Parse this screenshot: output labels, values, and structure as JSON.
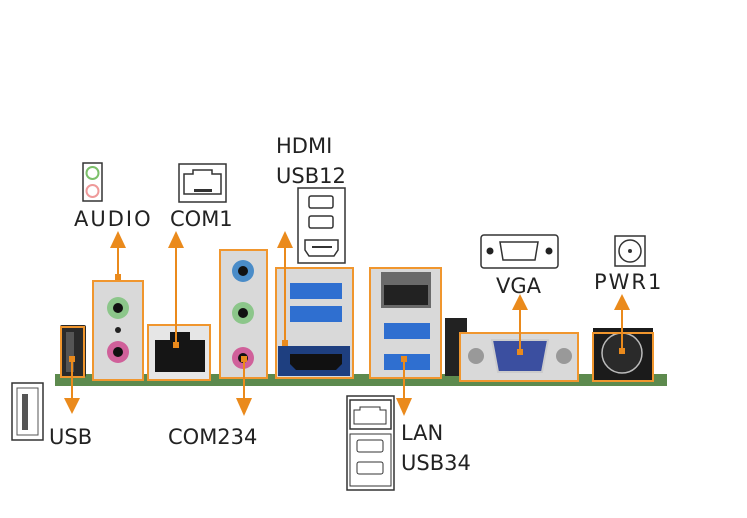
{
  "colors": {
    "accent": "#ea8a1c",
    "board": "#5d8a4e",
    "jack_green": "#8cc68a",
    "jack_pink": "#d0609a",
    "jack_blue": "#4a8cc8",
    "usb3_blue": "#2f6fd0",
    "vga_blue": "#3b4fa0"
  },
  "labels": {
    "audio": "AUDIO",
    "com1": "COM1",
    "hdmi": "HDMI",
    "usb12": "USB12",
    "vga": "VGA",
    "pwr1": "PWR1",
    "usb": "USB",
    "com234": "COM234",
    "lan": "LAN",
    "usb34": "USB34"
  },
  "icons": [
    "audio-jack-icon",
    "rj45-icon",
    "usb-hdmi-icon",
    "vga-icon",
    "mini-din-icon",
    "usb-vertical-icon",
    "lan-usb-icon"
  ]
}
